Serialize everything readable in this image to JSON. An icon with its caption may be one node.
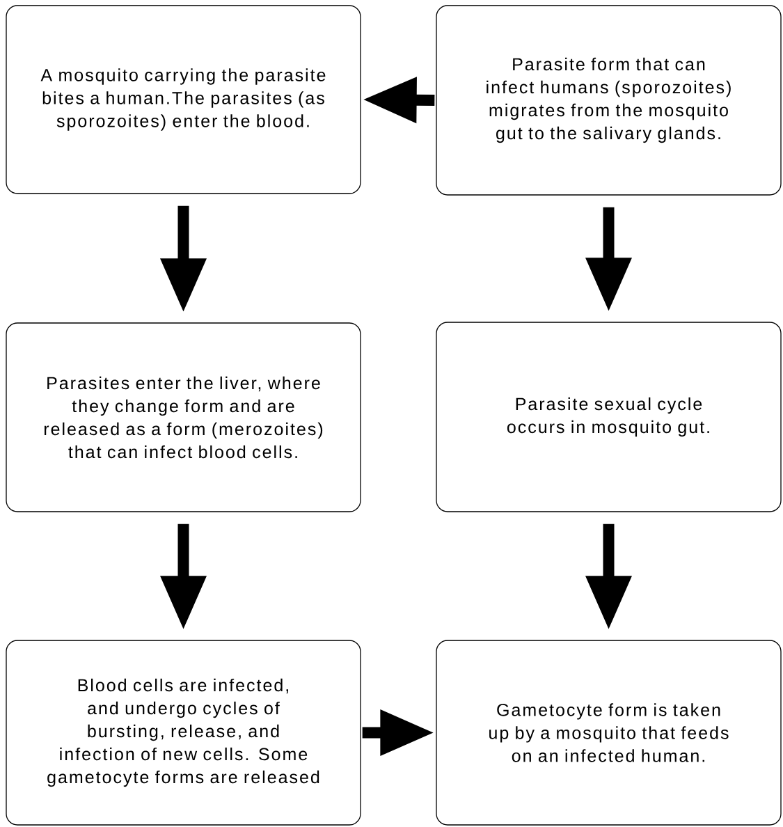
{
  "diagram": {
    "nodes": [
      {
        "text": [
          "A mosquito carrying the parasite bites a human.The parasites (as sporozoites) enter the blood."
        ]
      },
      {
        "text": [
          "Parasite form that can infect humans (sporozoites) migrates from the mosquito gut to the salivary glands."
        ]
      },
      {
        "text": [
          "Parasites enter the liver, where they change form and are released as a form (merozoites) that can infect blood cells."
        ]
      },
      {
        "text": [
          "Parasite sexual cycle occurs in mosquito gut."
        ]
      },
      {
        "text": [
          "Blood cells are infected, and undergo cycles of bursting, release, and infection of new cells. Some gametocyte forms are released"
        ]
      },
      {
        "text": [
          "Gametocyte form is taken up by a mosquito that feeds on an infected human."
        ]
      }
    ],
    "edges": [
      {
        "from": 1,
        "to": 0,
        "arrow": "to"
      },
      {
        "from": 0,
        "to": 2,
        "arrow": "to"
      },
      {
        "from": 1,
        "to": 3,
        "arrow": "to"
      },
      {
        "from": 2,
        "to": 4,
        "arrow": "to"
      },
      {
        "from": 3,
        "to": 5,
        "arrow": "to"
      },
      {
        "from": 4,
        "to": 5,
        "arrow": "to"
      }
    ]
  }
}
